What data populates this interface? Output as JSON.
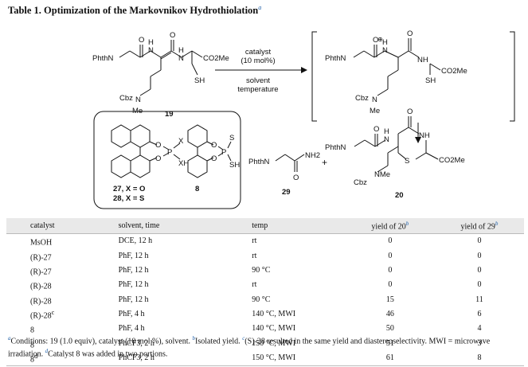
{
  "title": "Table 1. Optimization of the Markovnikov Hydrothiolation",
  "title_mark": "a",
  "scheme": {
    "arrow_top1": "catalyst",
    "arrow_top2": "(10 mol%)",
    "arrow_bot1": "solvent",
    "arrow_bot2": "temperature",
    "start_labels": [
      "PhthN",
      "H",
      "N",
      "O",
      "O",
      "H",
      "N",
      "CO2Me",
      "SH",
      "Cbz",
      "N",
      "Me"
    ],
    "cmpd_19": "19",
    "inter_labels": [
      "PhthN",
      "H",
      "N",
      "O",
      "O",
      "NH",
      "CO2Me",
      "SH",
      "Cbz",
      "N",
      "Me",
      "⊕"
    ],
    "product_labels": [
      "PhthN",
      "H",
      "N",
      "O",
      "O",
      "NH",
      "S",
      "CO2Me",
      "Cbz",
      "NMe"
    ],
    "cmpd_20": "20",
    "cat_27_labels": [
      "O",
      "O",
      "P",
      "X",
      "XH"
    ],
    "cat_8_labels": [
      "O",
      "O",
      "P",
      "S",
      "SH"
    ],
    "cat_caption1": "27, X = O",
    "cat_caption2": "28, X = S",
    "cmpd_8": "8",
    "amide_labels": [
      "PhthN",
      "NH2",
      "O"
    ],
    "cmpd_29": "29",
    "plus": "+"
  },
  "table": {
    "headers": [
      "catalyst",
      "solvent, time",
      "temp",
      "yield of 20",
      "yield of 29"
    ],
    "header_marks": [
      "",
      "",
      "",
      "b",
      "b"
    ],
    "rows": [
      {
        "catalyst": "MsOH",
        "mark": "",
        "solvent": "DCE, 12 h",
        "temp": "rt",
        "y20": "0",
        "y29": "0"
      },
      {
        "catalyst": "(R)-27",
        "mark": "",
        "solvent": "PhF, 12 h",
        "temp": "rt",
        "y20": "0",
        "y29": "0"
      },
      {
        "catalyst": "(R)-27",
        "mark": "",
        "solvent": "PhF, 12 h",
        "temp": "90 °C",
        "y20": "0",
        "y29": "0"
      },
      {
        "catalyst": "(R)-28",
        "mark": "",
        "solvent": "PhF, 12 h",
        "temp": "rt",
        "y20": "0",
        "y29": "0"
      },
      {
        "catalyst": "(R)-28",
        "mark": "",
        "solvent": "PhF, 12 h",
        "temp": "90 °C",
        "y20": "15",
        "y29": "11"
      },
      {
        "catalyst": "(R)-28",
        "mark": "c",
        "solvent": "PhF, 4 h",
        "temp": "140 °C, MWI",
        "y20": "46",
        "y29": "6"
      },
      {
        "catalyst": "8",
        "mark": "",
        "solvent": "PhF, 4 h",
        "temp": "140 °C, MWI",
        "y20": "50",
        "y29": "4"
      },
      {
        "catalyst": "8",
        "mark": "",
        "solvent": "PhCF3, 2 h",
        "temp": "150 °C, MWI",
        "y20": "51",
        "y29": "3"
      },
      {
        "catalyst": "8",
        "mark": "d",
        "solvent": "PhCF3, 2 h",
        "temp": "150 °C, MWI",
        "y20": "61",
        "y29": "8"
      }
    ]
  },
  "footnote": {
    "a_mark": "a",
    "a_text": "Conditions: 19 (1.0 equiv), catalyst (10 mol %), solvent.",
    "b_mark": "b",
    "b_text": "Isolated yield.",
    "c_mark": "c",
    "c_text": "(S)-28 resulted in the same yield and diastereoselectivity. MWI = microwave irradiation.",
    "d_mark": "d",
    "d_text": "Catalyst 8 was added in two portions."
  }
}
